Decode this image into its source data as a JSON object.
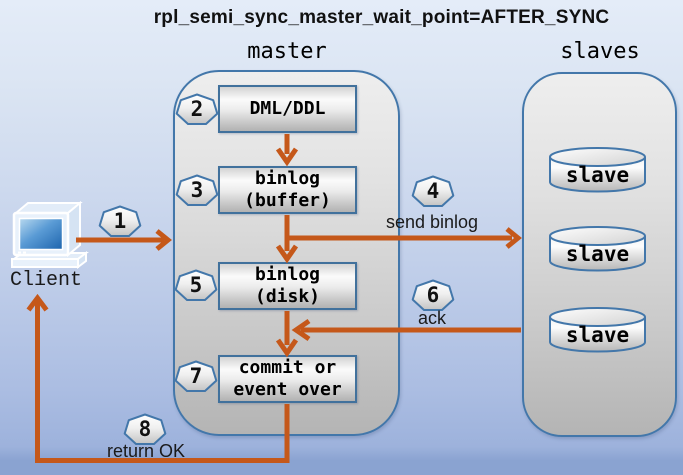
{
  "title": "rpl_semi_sync_master_wait_point=AFTER_SYNC",
  "client": {
    "label": "Client",
    "icon": "computer-icon"
  },
  "master": {
    "label": "master",
    "boxes": [
      {
        "line1": "DML/DDL",
        "line2": ""
      },
      {
        "line1": "binlog",
        "line2": "(buffer)"
      },
      {
        "line1": "binlog",
        "line2": "(disk)"
      },
      {
        "line1": "commit or",
        "line2": "event over"
      }
    ]
  },
  "slaves": {
    "label": "slaves",
    "node_icon": "database-cylinder-icon",
    "nodes": [
      "slave",
      "slave",
      "slave"
    ]
  },
  "steps": [
    "1",
    "2",
    "3",
    "4",
    "5",
    "6",
    "7",
    "8"
  ],
  "arrow_labels": {
    "send_binlog": "send binlog",
    "ack": "ack",
    "return_ok": "return OK"
  },
  "colors": {
    "arrow_orange": "#c5581a",
    "container_border_blue": "#4377aa",
    "box_border_blue": "#41719c",
    "screen_blue_top": "#b8d9ef",
    "screen_blue_bottom": "#1d64ad",
    "background_top": "#e4ecf8",
    "background_bottom": "#8aa3d1"
  }
}
